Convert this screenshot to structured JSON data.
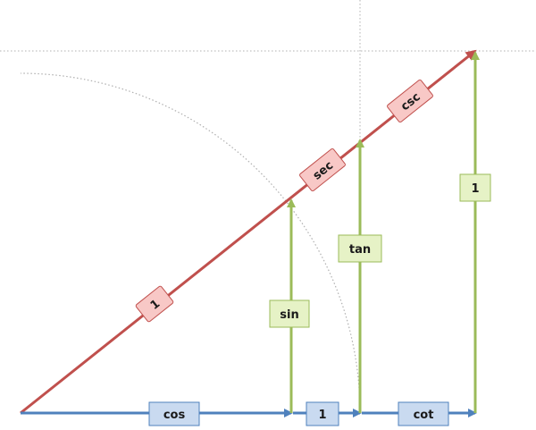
{
  "labels": {
    "hyp_one": "1",
    "sec": "sec",
    "csc": "csc",
    "sin": "sin",
    "tan": "tan",
    "vert_one": "1",
    "cos": "cos",
    "base_one": "1",
    "cot": "cot"
  },
  "colors": {
    "red_line": "#c0504d",
    "red_box_fill": "#f8c8c6",
    "blue_line": "#4f81bd",
    "blue_box_fill": "#c9daf0",
    "green_line": "#9bbb59",
    "green_box_fill": "#e6f2c6",
    "guide": "#b0b0b0",
    "text": "#1a1a1a"
  }
}
